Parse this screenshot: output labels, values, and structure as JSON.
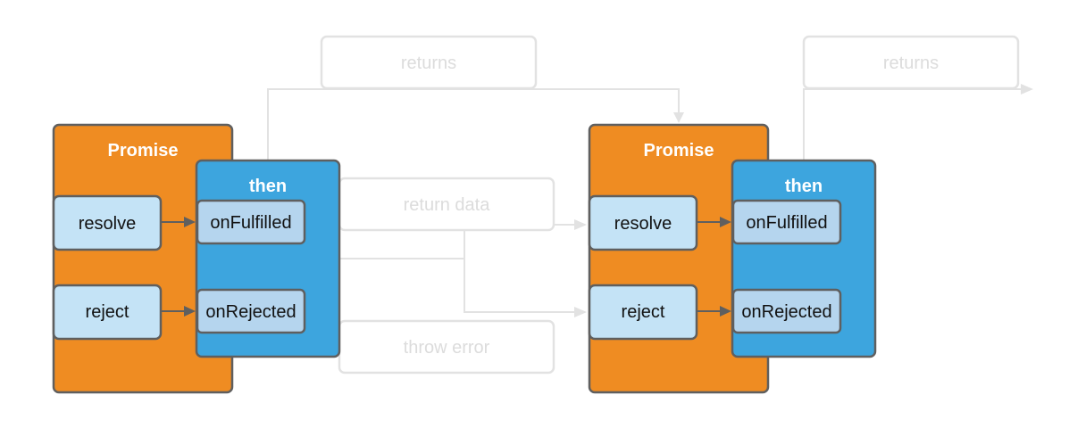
{
  "labels": {
    "returns": "returns",
    "return_data": "return data",
    "throw_error": "throw error"
  },
  "promises": [
    {
      "title": "Promise",
      "resolve": "resolve",
      "reject": "reject",
      "then_title": "then",
      "on_fulfilled": "onFulfilled",
      "on_rejected": "onRejected"
    },
    {
      "title": "Promise",
      "resolve": "resolve",
      "reject": "reject",
      "then_title": "then",
      "on_fulfilled": "onFulfilled",
      "on_rejected": "onRejected"
    }
  ],
  "colors": {
    "promise": "#ef8c22",
    "then": "#3da5de",
    "inner": "#c4e3f6",
    "handler": "#b5d5ee",
    "border": "#5f5f5f",
    "ghost": "#e2e2e2"
  }
}
